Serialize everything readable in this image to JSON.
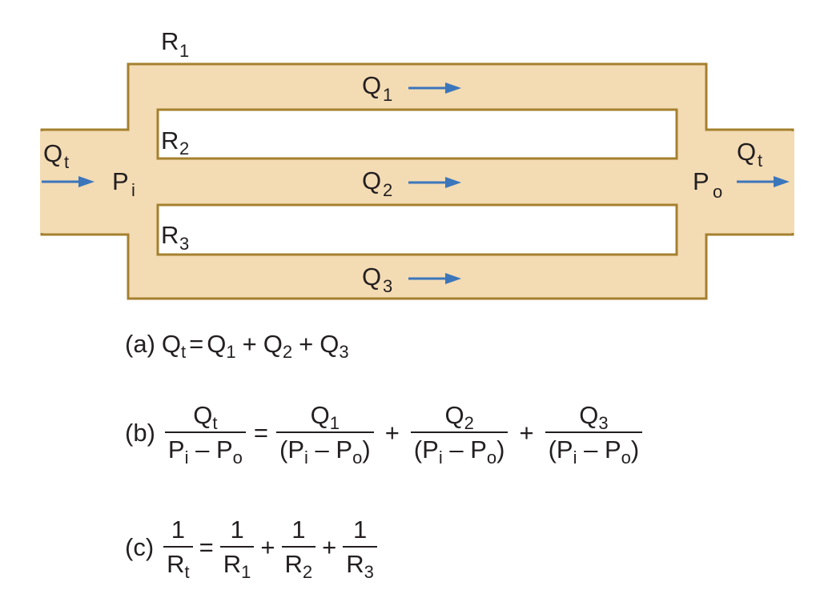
{
  "colors": {
    "pipe_fill": "#f3dbb4",
    "pipe_stroke": "#a5802e",
    "arrow": "#3b76bb"
  },
  "diagram": {
    "r1": {
      "main": "R",
      "sub": "1"
    },
    "r2": {
      "main": "R",
      "sub": "2"
    },
    "r3": {
      "main": "R",
      "sub": "3"
    },
    "q1": {
      "main": "Q",
      "sub": "1"
    },
    "q2": {
      "main": "Q",
      "sub": "2"
    },
    "q3": {
      "main": "Q",
      "sub": "3"
    },
    "qt_in": {
      "main": "Q",
      "sub": "t"
    },
    "qt_out": {
      "main": "Q",
      "sub": "t"
    },
    "pi": {
      "main": "P",
      "sub": "i"
    },
    "po": {
      "main": "P",
      "sub": "o"
    }
  },
  "equations": {
    "a": {
      "tag": "(a)",
      "Q": "Q",
      "t": "t",
      "eq": "=",
      "one": "1",
      "two": "2",
      "three": "3",
      "plus": "+"
    },
    "b": {
      "tag": "(b)",
      "Q": "Q",
      "P": "P",
      "t": "t",
      "i": "i",
      "o": "o",
      "minus": "–",
      "lp": "(",
      "rp": ")",
      "eq": "=",
      "plus": "+",
      "one": "1",
      "two": "2",
      "three": "3"
    },
    "c": {
      "tag": "(c)",
      "num": "1",
      "R": "R",
      "t": "t",
      "eq": "=",
      "plus": "+",
      "one": "1",
      "two": "2",
      "three": "3"
    }
  }
}
